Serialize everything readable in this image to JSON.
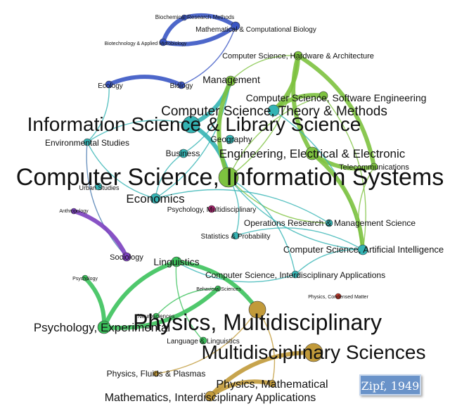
{
  "colors": {
    "blue": "#3a56c4",
    "teal": "#34b4b4",
    "lime": "#7dc23f",
    "green": "#3cc25c",
    "purple": "#7b3fbf",
    "magenta": "#a3226a",
    "gold": "#c19a3a",
    "steel": "#4a7ab0",
    "red": "#c0392b"
  },
  "nodes": [
    {
      "id": "biochem",
      "label": "Biochemical Research Methods",
      "color": "blue"
    },
    {
      "id": "mathcomp",
      "label": "Mathematical & Computational Biology",
      "color": "blue"
    },
    {
      "id": "biotech",
      "label": "Biotechnology & Applied Microbiology",
      "color": "blue"
    },
    {
      "id": "ecology",
      "label": "Ecology",
      "color": "blue"
    },
    {
      "id": "biology",
      "label": "Biology",
      "color": "blue"
    },
    {
      "id": "management",
      "label": "Management",
      "color": "lime"
    },
    {
      "id": "cshw",
      "label": "Computer Science, Hardware & Architecture",
      "color": "lime"
    },
    {
      "id": "csse",
      "label": "Computer Science, Software Engineering",
      "color": "lime"
    },
    {
      "id": "csth",
      "label": "Computer Science, Theory & Methods",
      "color": "teal"
    },
    {
      "id": "infosci",
      "label": "Information Science & Library Science",
      "color": "teal"
    },
    {
      "id": "envst",
      "label": "Environmental Studies",
      "color": "teal"
    },
    {
      "id": "geo",
      "label": "Geography",
      "color": "teal"
    },
    {
      "id": "business",
      "label": "Business",
      "color": "teal"
    },
    {
      "id": "eee",
      "label": "Engineering, Electrical & Electronic",
      "color": "lime"
    },
    {
      "id": "telecom",
      "label": "Telecommunications",
      "color": "lime"
    },
    {
      "id": "csis",
      "label": "Computer Science, Information Systems",
      "color": "lime"
    },
    {
      "id": "urban",
      "label": "Urban Studies",
      "color": "teal"
    },
    {
      "id": "econ",
      "label": "Economics",
      "color": "teal"
    },
    {
      "id": "anthro",
      "label": "Anthropology",
      "color": "purple"
    },
    {
      "id": "psymulti",
      "label": "Psychology, Multidisciplinary",
      "color": "magenta"
    },
    {
      "id": "orms",
      "label": "Operations Research & Management Science",
      "color": "teal"
    },
    {
      "id": "stats",
      "label": "Statistics & Probability",
      "color": "teal"
    },
    {
      "id": "csai",
      "label": "Computer Science, Artificial Intelligence",
      "color": "teal"
    },
    {
      "id": "socio",
      "label": "Sociology",
      "color": "purple"
    },
    {
      "id": "ling",
      "label": "Linguistics",
      "color": "green"
    },
    {
      "id": "psy",
      "label": "Psychology",
      "color": "green"
    },
    {
      "id": "csinter",
      "label": "Computer Science, Interdisciplinary Applications",
      "color": "teal"
    },
    {
      "id": "behav",
      "label": "Behavioral Sciences",
      "color": "green"
    },
    {
      "id": "pcm",
      "label": "Physics, Condensed Matter",
      "color": "red"
    },
    {
      "id": "neuro",
      "label": "Neurosciences",
      "color": "green"
    },
    {
      "id": "psyexp",
      "label": "Psychology, Experimental",
      "color": "green"
    },
    {
      "id": "physmulti",
      "label": "Physics, Multidisciplinary",
      "color": "gold"
    },
    {
      "id": "langling",
      "label": "Language & Linguistics",
      "color": "green"
    },
    {
      "id": "multisci",
      "label": "Multidisciplinary Sciences",
      "color": "gold"
    },
    {
      "id": "fluids",
      "label": "Physics, Fluids & Plasmas",
      "color": "gold"
    },
    {
      "id": "physmath",
      "label": "Physics, Mathematical",
      "color": "gold"
    },
    {
      "id": "mathinter",
      "label": "Mathematics, Interdisciplinary Applications",
      "color": "gold"
    }
  ],
  "edges": [
    {
      "from": "biotech",
      "to": "mathcomp",
      "color": "blue",
      "weight": "heavy"
    },
    {
      "from": "biochem",
      "to": "mathcomp",
      "color": "blue",
      "weight": "heavy"
    },
    {
      "from": "biochem",
      "to": "biotech",
      "color": "blue",
      "weight": "heavy"
    },
    {
      "from": "ecology",
      "to": "biology",
      "color": "blue",
      "weight": "heavy"
    },
    {
      "from": "biology",
      "to": "mathcomp",
      "color": "blue",
      "weight": "light"
    },
    {
      "from": "infosci",
      "to": "csis",
      "color": "teal",
      "weight": "heavy"
    },
    {
      "from": "infosci",
      "to": "management",
      "color": "teal",
      "weight": "heavy"
    },
    {
      "from": "envst",
      "to": "infosci",
      "color": "teal",
      "weight": "light"
    },
    {
      "from": "envst",
      "to": "econ",
      "color": "teal",
      "weight": "light"
    },
    {
      "from": "ecology",
      "to": "envst",
      "color": "teal",
      "weight": "light"
    },
    {
      "from": "envst",
      "to": "socio",
      "color": "steel",
      "weight": "light"
    },
    {
      "from": "anthro",
      "to": "socio",
      "color": "purple",
      "weight": "heavy"
    },
    {
      "from": "business",
      "to": "management",
      "color": "teal",
      "weight": "light"
    },
    {
      "from": "econ",
      "to": "business",
      "color": "teal",
      "weight": "light"
    },
    {
      "from": "econ",
      "to": "management",
      "color": "teal",
      "weight": "light"
    },
    {
      "from": "econ",
      "to": "orms",
      "color": "teal",
      "weight": "light"
    },
    {
      "from": "management",
      "to": "csis",
      "color": "lime",
      "weight": "heavy"
    },
    {
      "from": "management",
      "to": "cshw",
      "color": "lime",
      "weight": "light"
    },
    {
      "from": "csth",
      "to": "cshw",
      "color": "lime",
      "weight": "heavy"
    },
    {
      "from": "csth",
      "to": "csse",
      "color": "lime",
      "weight": "heavy"
    },
    {
      "from": "csis",
      "to": "cshw",
      "color": "lime",
      "weight": "light"
    },
    {
      "from": "csis",
      "to": "csse",
      "color": "lime",
      "weight": "light"
    },
    {
      "from": "eee",
      "to": "telecom",
      "color": "lime",
      "weight": "heavy"
    },
    {
      "from": "cshw",
      "to": "telecom",
      "color": "lime",
      "weight": "heavy"
    },
    {
      "from": "cshw",
      "to": "eee",
      "color": "lime",
      "weight": "heavy"
    },
    {
      "from": "csse",
      "to": "csai",
      "color": "lime",
      "weight": "light"
    },
    {
      "from": "csis",
      "to": "csai",
      "color": "teal",
      "weight": "light"
    },
    {
      "from": "csth",
      "to": "csai",
      "color": "teal",
      "weight": "light"
    },
    {
      "from": "csis",
      "to": "orms",
      "color": "lime",
      "weight": "light"
    },
    {
      "from": "eee",
      "to": "csai",
      "color": "lime",
      "weight": "heavy"
    },
    {
      "from": "telecom",
      "to": "csai",
      "color": "lime",
      "weight": "light"
    },
    {
      "from": "stats",
      "to": "csai",
      "color": "teal",
      "weight": "light"
    },
    {
      "from": "stats",
      "to": "csis",
      "color": "teal",
      "weight": "light"
    },
    {
      "from": "csinter",
      "to": "csai",
      "color": "teal",
      "weight": "light"
    },
    {
      "from": "csinter",
      "to": "csis",
      "color": "teal",
      "weight": "light"
    },
    {
      "from": "csinter",
      "to": "ling",
      "color": "teal",
      "weight": "light"
    },
    {
      "from": "ling",
      "to": "psyexp",
      "color": "green",
      "weight": "heavy"
    },
    {
      "from": "ling",
      "to": "physmulti",
      "color": "green",
      "weight": "heavy"
    },
    {
      "from": "ling",
      "to": "langling",
      "color": "green",
      "weight": "light"
    },
    {
      "from": "psy",
      "to": "psyexp",
      "color": "green",
      "weight": "heavy"
    },
    {
      "from": "psyexp",
      "to": "behav",
      "color": "green",
      "weight": "heavy"
    },
    {
      "from": "neuro",
      "to": "behav",
      "color": "green",
      "weight": "light"
    },
    {
      "from": "fluids",
      "to": "physmulti",
      "color": "gold",
      "weight": "light"
    },
    {
      "from": "mathinter",
      "to": "multisci",
      "color": "gold",
      "weight": "heavy"
    },
    {
      "from": "physmath",
      "to": "physmulti",
      "color": "gold",
      "weight": "light"
    },
    {
      "from": "mathinter",
      "to": "physmath",
      "color": "gold",
      "weight": "heavy"
    }
  ],
  "citation": "Zipf, 1949"
}
